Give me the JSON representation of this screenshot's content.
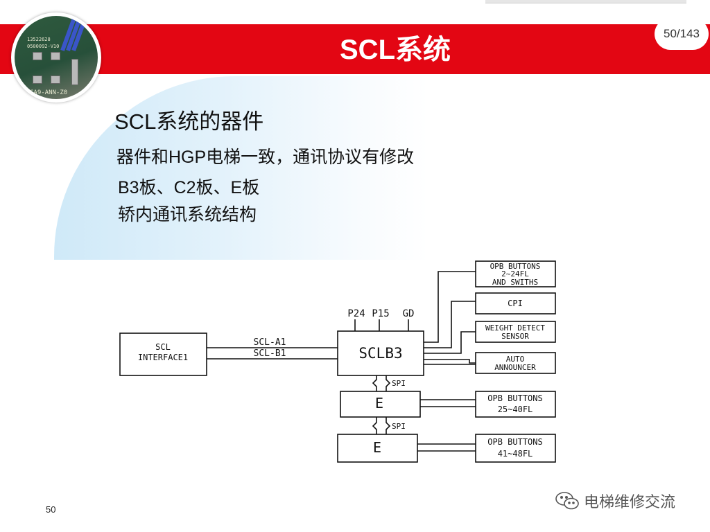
{
  "slide": {
    "title": "SCL系统",
    "page_badge": "50/143",
    "heading": "SCL系统的器件",
    "bullets": [
      "器件和HGP电梯一致，通讯协议有修改",
      "B3板、C2板、E板",
      "轿内通讯系统结构"
    ],
    "slide_number": "50",
    "thumbnail_labels": [
      "13522628",
      "0500092-V10",
      "CA9-ANN-Z0"
    ]
  },
  "diagram": {
    "interface_label_1": "SCL",
    "interface_label_2": "INTERFACE1",
    "link_a": "SCL-A1",
    "link_b": "SCL-B1",
    "power_pins": [
      "P24",
      "P15",
      "GD"
    ],
    "main_board": "SCLB3",
    "spi_1": "SPI",
    "spi_2": "SPI",
    "e_board_1": "E",
    "e_board_2": "E",
    "opb_top_1": "OPB BUTTONS",
    "opb_top_2": "2~24FL",
    "opb_top_3": "AND SWITHS",
    "cpi": "CPI",
    "weight_1": "WEIGHT DETECT",
    "weight_2": "SENSOR",
    "auto_1": "AUTO",
    "auto_2": "ANNOUNCER",
    "opb_mid_1": "OPB BUTTONS",
    "opb_mid_2": "25~40FL",
    "opb_low_1": "OPB BUTTONS",
    "opb_low_2": "41~48FL"
  },
  "watermark": {
    "text": "电梯维修交流",
    "icon": "wechat-icon"
  },
  "colors": {
    "title_bar": "#e30613",
    "glow": "#cfe9f8"
  }
}
